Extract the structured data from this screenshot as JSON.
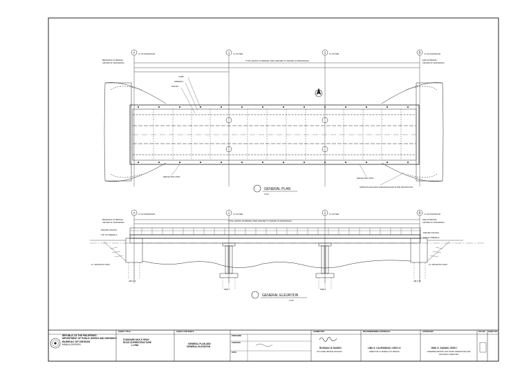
{
  "drawing": {
    "axes": [
      {
        "id": "A",
        "label": "CL OF DIAPHRAGM"
      },
      {
        "id": "1",
        "label": "CL OF PIER"
      },
      {
        "id": "2",
        "label": "CL OF PIER"
      },
      {
        "id": "B",
        "label": "CL OF DIAPHRAGM"
      }
    ],
    "plan_title": "GENERAL PLAN",
    "plan_scale": "1:100",
    "elevation_title": "GENERAL ELEVATION",
    "elevation_scale": "1:100",
    "begin_label_1": "BEGINNING OF BRIDGE",
    "begin_label_2": "CENTER OF DIAPHRAGM",
    "end_label_1": "END OF BRIDGE",
    "end_label_2": "CENTER OF DIAPHRAGM",
    "total_length_note": "TOTAL LENGTH OF BRIDGE 76000 (CENTER TO CENTER OF DIAPHRAGM)",
    "plan_callouts": [
      "CURB",
      "SIDEWALK",
      "RAILING"
    ],
    "deflection_joint": "DEFLECTION JOINT",
    "approach_note": "APPROACH RAILINGS DIAPHRAGM AND SLOPE PROTECTION",
    "elev_callouts": [
      "PARAPET RAILING",
      "TOP OF SIDEWALK"
    ],
    "piles_left": "12- 400x400 RC PILES",
    "piles_right": "12- 400x400 RC PILES",
    "abut_a": "ABUT \"A\"",
    "abut_b": "ABUT \"B\"",
    "pier_1": "PIER 1",
    "pier_2": "PIER 2"
  },
  "title_block": {
    "agency_lines": [
      "REPUBLIC OF THE PHILIPPINES",
      "DEPARTMENT OF PUBLIC WORKS AND HIGHWAYS",
      "BUREAU OF DESIGN",
      "MANILA DIVISION"
    ],
    "sheet_title_head": "SHEET TITLE",
    "sheet_title_lines": [
      "STANDARD MULTI SPAN",
      "RCDG SUPERSTRUCTURE",
      "L=76M"
    ],
    "sheet_contents_head": "SHEET CONTENTS",
    "sheet_contents_lines": [
      "GENERAL PLAN AND",
      "GENERAL ELEVATION"
    ],
    "prepared_head": "PREPARED",
    "checked_head": "CHECKED",
    "date_head": "DATE",
    "submitted_head": "SUBMITTED",
    "submitted_name": "RUSSAUL B. BASDO",
    "submitted_title": "OIC-CHIEF, BRIDGE DIVISION",
    "recommending_head": "RECOMMENDING APPROVAL",
    "recommending_name": "LIBA S. CALIPANDAS, CHSO IV",
    "recommending_title": "DIRECTOR IV, BUREAU OF DESIGN",
    "approval_head": "APPROVED",
    "approval_name": "EMIL K. SADAIN, CESO I",
    "approval_title": "UNDERSECRETARY FOR UPMO OPERATIONS AND TECHNICAL SERVICES",
    "set_no_head": "SET NO.",
    "sheet_no_head": "SHEET NO."
  }
}
